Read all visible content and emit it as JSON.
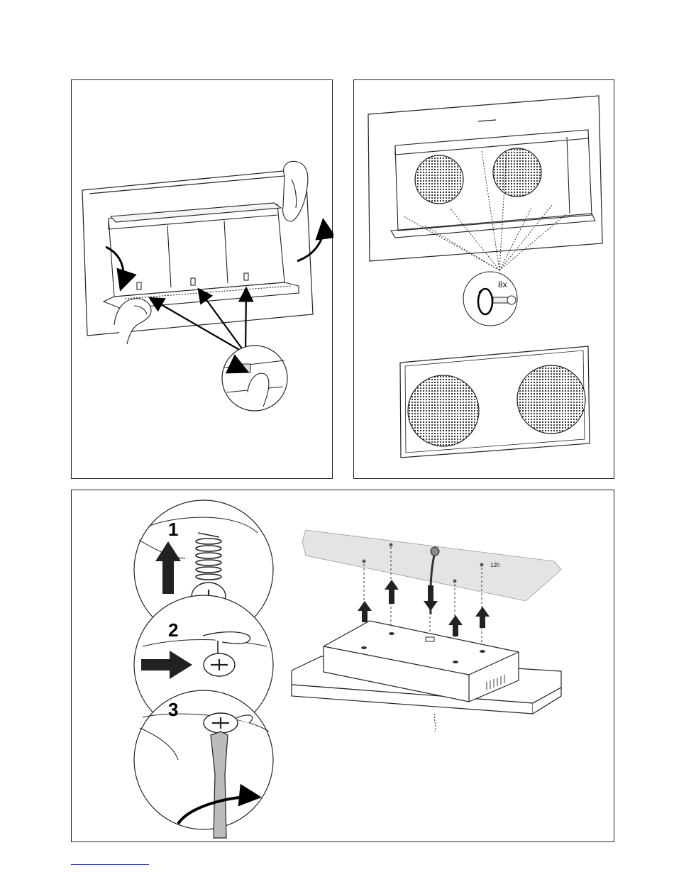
{
  "panel_top_right": {
    "screw_count_label": "8x"
  },
  "panel_bottom": {
    "steps": [
      "1",
      "2",
      "3"
    ],
    "duration_label": "12h"
  }
}
